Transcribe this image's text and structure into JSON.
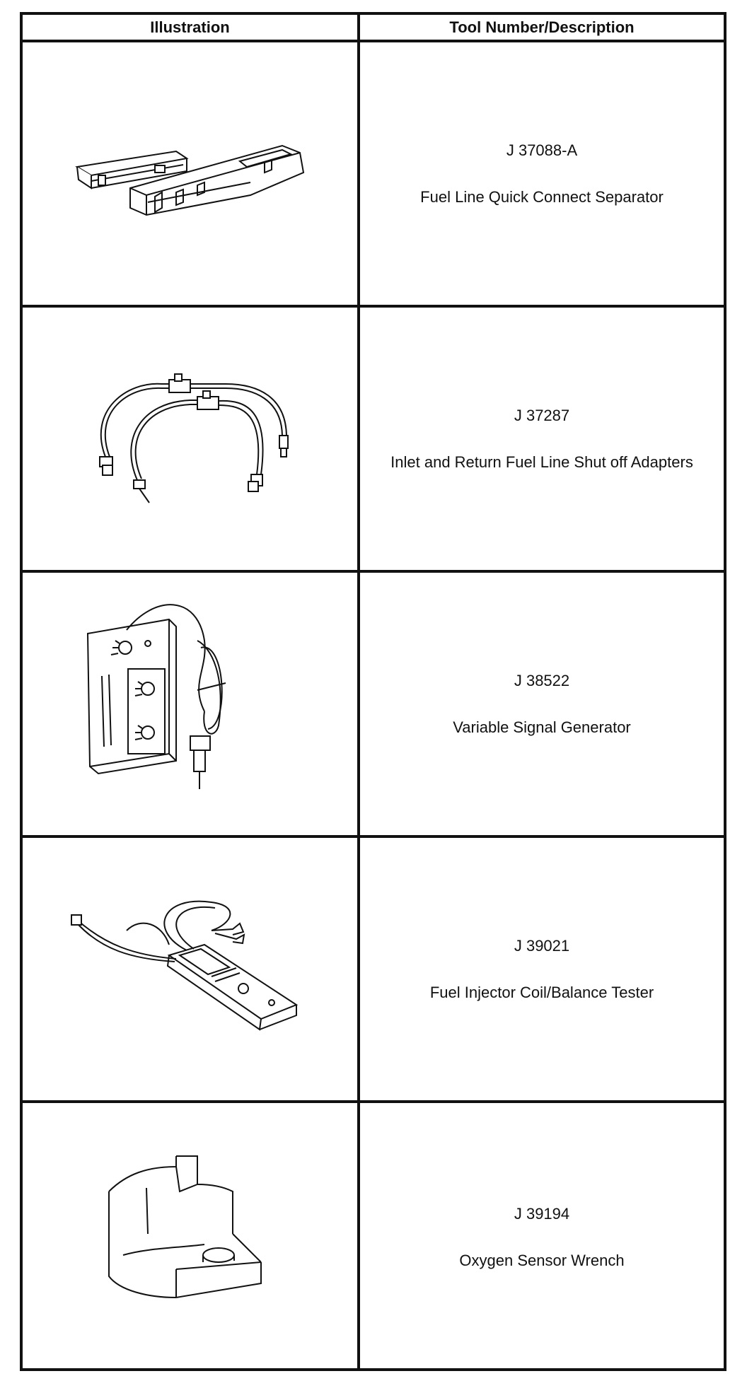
{
  "header": {
    "col1": "Illustration",
    "col2": "Tool Number/Description"
  },
  "rows": [
    {
      "number": "J 37088-A",
      "description": "Fuel Line Quick Connect Separator",
      "icon": "quick-connect-separator-icon"
    },
    {
      "number": "J 37287",
      "description": "Inlet and Return Fuel Line Shut off Adapters",
      "icon": "shutoff-adapters-icon"
    },
    {
      "number": "J 38522",
      "description": "Variable Signal Generator",
      "icon": "signal-generator-icon"
    },
    {
      "number": "J 39021",
      "description": "Fuel Injector Coil/Balance Tester",
      "icon": "injector-tester-icon"
    },
    {
      "number": "J 39194",
      "description": "Oxygen Sensor Wrench",
      "icon": "oxygen-sensor-wrench-icon"
    }
  ]
}
